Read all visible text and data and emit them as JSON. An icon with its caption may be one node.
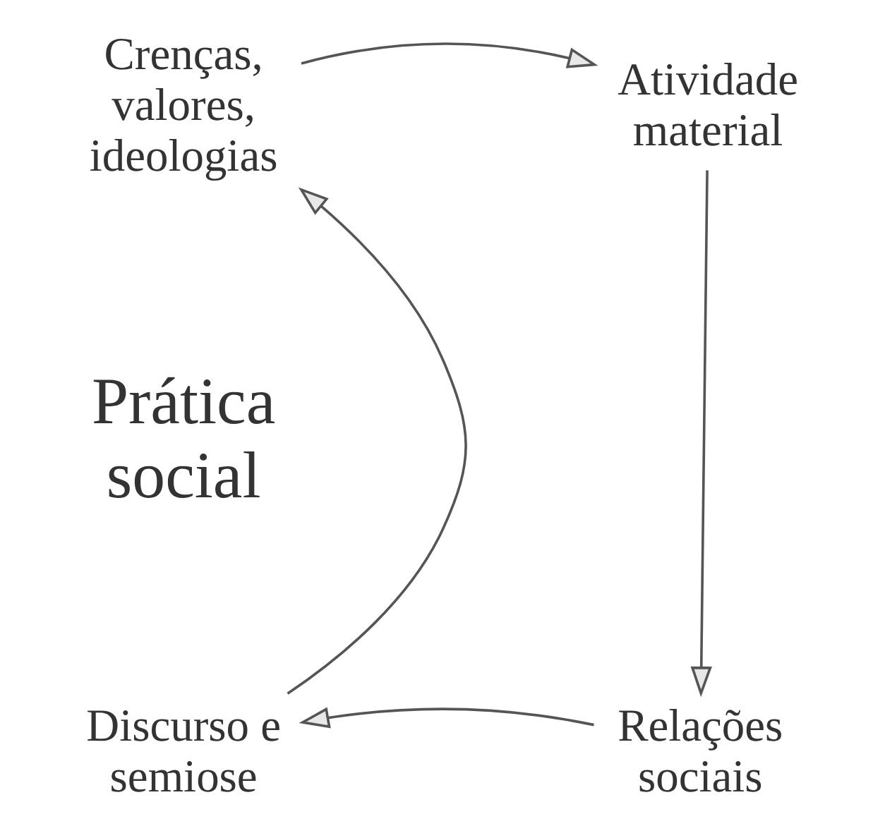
{
  "diagram": {
    "nodes": [
      {
        "text": [
          "Crenças, valores, ideologias"
        ]
      },
      {
        "text": [
          "Atividade material"
        ]
      },
      {
        "text": [
          "Relações sociais"
        ]
      },
      {
        "text": [
          "Discurso e semiose"
        ]
      }
    ],
    "edges": [
      {
        "from": 0,
        "to": 1,
        "arrow": "to"
      },
      {
        "from": 1,
        "to": 2,
        "arrow": "to"
      },
      {
        "from": 2,
        "to": 3,
        "arrow": "to"
      },
      {
        "from": 3,
        "to": 0,
        "arrow": "to"
      }
    ],
    "labels": [
      "Prática social"
    ]
  }
}
